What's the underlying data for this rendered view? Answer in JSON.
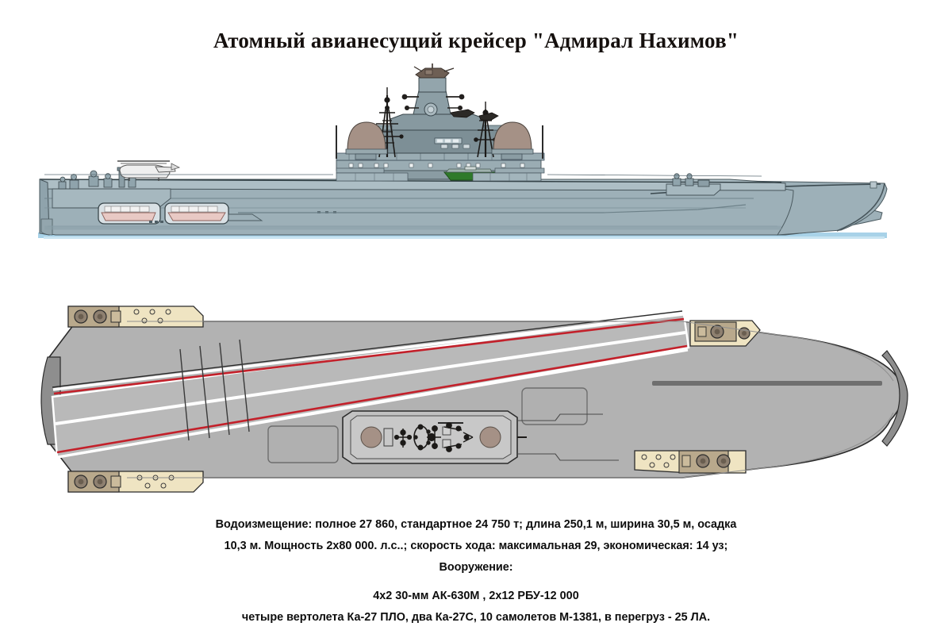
{
  "document": {
    "title": "Атомный авианесущий крейсер \"Адмирал Нахимов\"",
    "subject_type": "warship-schematic",
    "views": {
      "profile": "side-elevation",
      "plan": "top-down-deck-plan"
    }
  },
  "specs": {
    "line1": "Водоизмещение: полное 27 860, стандартное 24 750 т; длина 250,1 м, ширина 30,5 м, осадка",
    "line2": "10,3 м. Мощность 2х80 000. л.с..; скорость хода: максимальная 29, экономическая: 14 уз;",
    "armament_heading": "Вооружение:",
    "line3": "4х2  30-мм  АК-630М ,  2х12 РБУ-12 000",
    "line4": "четыре вертолета Ка-27 ПЛО, два Ка-27С, 10 самолетов М-1381, в перегруз - 25 ЛА."
  },
  "specs_values": {
    "displacement_full_t": "27 860",
    "displacement_standard_t": "24 750",
    "length_m": "250,1",
    "beam_m": "30,5",
    "draft_m": "10,3",
    "power_hp": "2х80 000",
    "speed_max_kn": "29",
    "speed_economic_kn": "14",
    "guns": "4х2 30-мм АК-630М",
    "rbu": "2х12 РБУ-12 000",
    "helicopters_plo": "четыре Ка-27 ПЛО",
    "helicopters_s": "два Ка-27С",
    "aircraft": "10 самолетов М-1381",
    "overload_aircraft": "25 ЛА"
  },
  "colors": {
    "hull": "#9db0b8",
    "hull_dark": "#8fa3ac",
    "hull_light": "#adbec5",
    "superstructure": "#7d8f96",
    "deck_grey": "#b2b2b2",
    "deck_grey_dark": "#a3a3a3",
    "sponson_cream": "#efe4c2",
    "radome": "#a59186",
    "stripe_red": "#c3202a",
    "stripe_white": "#ffffff",
    "waterline_blue": "#a8d2e8",
    "outline": "#2b2b2b",
    "boat_pink": "#e8c9c4",
    "boat_green": "#2f7a2a",
    "text": "#0d0d0d"
  }
}
